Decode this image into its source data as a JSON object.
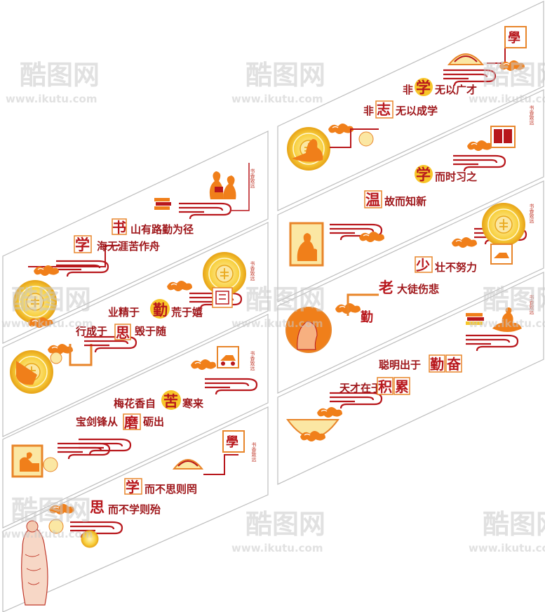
{
  "colors": {
    "red": "#b8171c",
    "orange": "#f07f1a",
    "gold": "#f7c62a",
    "pale": "#fbe7a3",
    "frame": "#e8852a"
  },
  "watermark": {
    "cn": "酷图网",
    "en": "www.ikutu.com"
  },
  "panels": {
    "left": [
      {
        "char1": "书",
        "line1": "山有路勤为径",
        "char2": "学",
        "line2": "海无涯苦作舟",
        "icon1": "reading-figures-icon",
        "icon2": "coin-medallion-icon",
        "seal": "书香致远"
      },
      {
        "char1": "勤",
        "line1_pre": "业精于",
        "line1_post": "荒于嬉",
        "char2": "思",
        "line2_pre": "行成于",
        "line2_post": "毁于随",
        "icon1": "reading-scholar-icon",
        "icon2": "ox-cart-icon",
        "seal": "书香致远"
      },
      {
        "char1": "苦",
        "line1_pre": "梅花香自",
        "line1_post": "寒来",
        "char2": "磨",
        "line2_pre": "宝剑锋从",
        "line2_post": "砺出",
        "icon1": "student-desk-icon",
        "icon2": "book-fan-icon",
        "seal": "书香致远"
      },
      {
        "char1": "学",
        "line1": "而不思则罔",
        "char2": "思",
        "line2": "而不学则殆",
        "icon1": "confucius-figure-icon",
        "icon2": "coin-icon",
        "seal": "书香致远"
      }
    ],
    "right": [
      {
        "char1": "学",
        "line1_pre": "非",
        "line1_post": "无以广才",
        "char2": "志",
        "line2_pre": "非",
        "line2_post": "无以成学",
        "icon1": "reading-woman-icon",
        "icon2": "book-fan-icon",
        "seal": "书香致远"
      },
      {
        "char1": "学",
        "line1": "而时习之",
        "char2": "温",
        "line2": "故而知新",
        "icon1": "mother-child-icon",
        "icon2": "open-book-icon",
        "seal": "书香致远"
      },
      {
        "char1": "少",
        "line1": "壮不努力",
        "char2": "老",
        "line2": "大徒伤悲",
        "icon1": "old-scholar-icon",
        "icon2": "ox-cart-icon",
        "seal": "书香致远"
      },
      {
        "char1_a": "勤",
        "char1_b": "奋",
        "line1": "聪明出于",
        "char2_a": "积",
        "char2_b": "累",
        "line2": "天才在于",
        "icon1": "coin-medallion-icon",
        "icon2": "boy-on-cloud-icon",
        "seal": "书香致远"
      }
    ]
  }
}
